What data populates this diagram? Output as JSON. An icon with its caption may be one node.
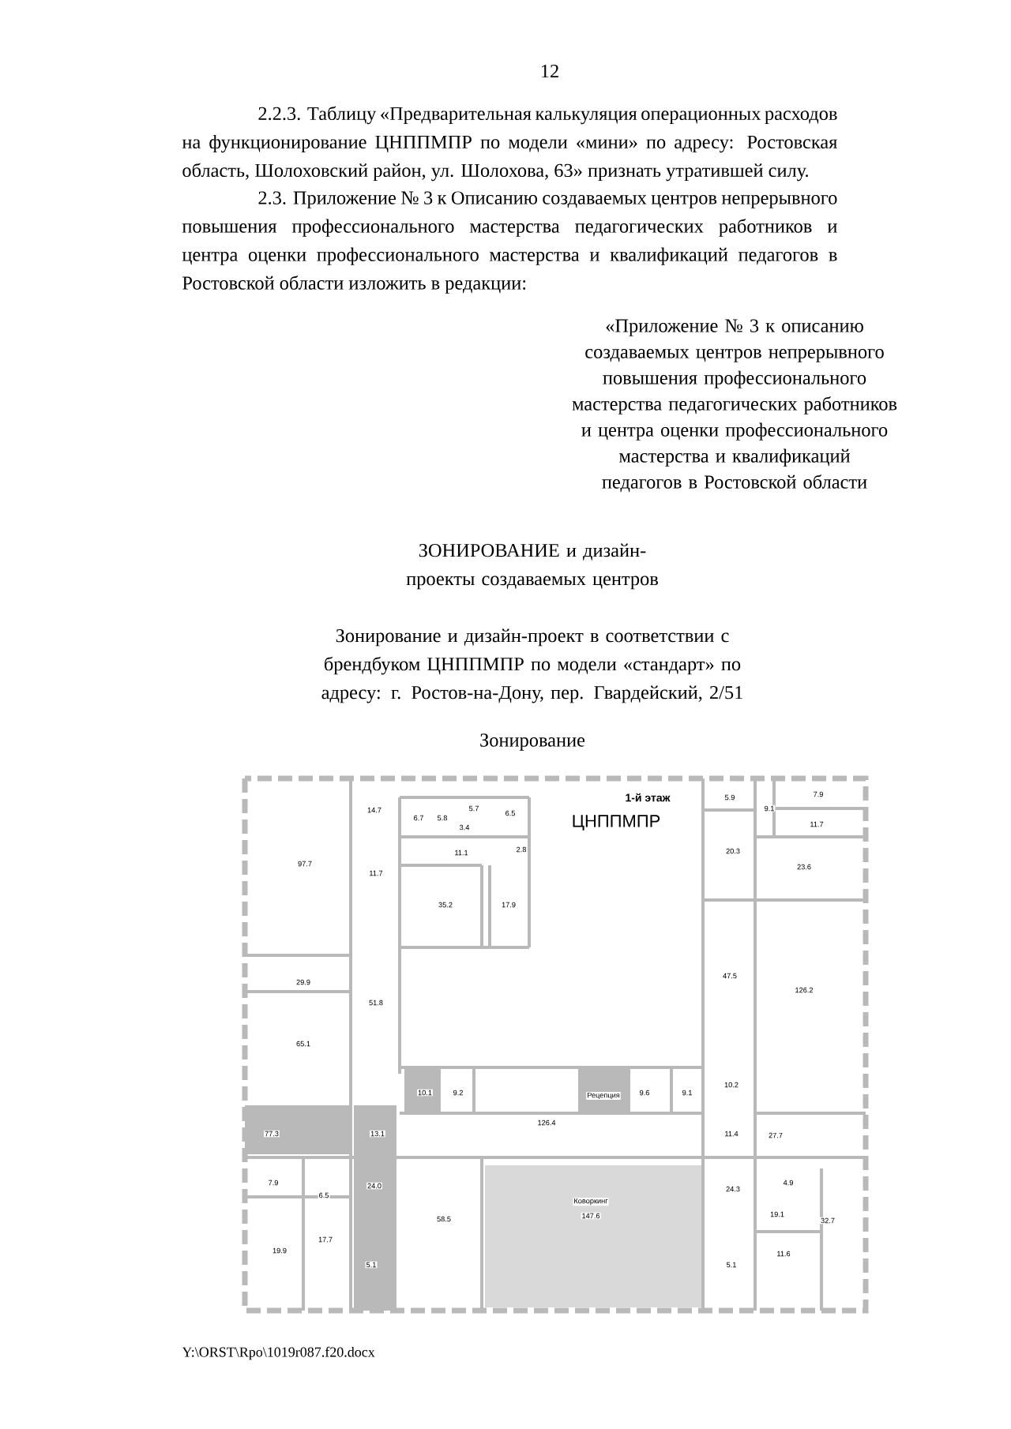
{
  "diagram": {
    "title": "ЗОНИРОВАНИЕ и дизайн-проекты создаваемых центров",
    "labels": [
      "12",
      "2.2.3. Таблицу «Предварительная калькуляция операционных расходов на функционирование ЦНППМПР по модели «мини» по адресу: Ростовская область, Шолоховский район, ул. Шолохова, 63» признать утратившей силу.",
      "2.3. Приложение № 3 к Описанию создаваемых центров непрерывного повышения профессионального мастерства педагогических работников и центра оценки профессионального мастерства и квалификаций педагогов в Ростовской области изложить в редакции:",
      "«Приложение № 3 к описанию создаваемых центров непрерывного повышения профессионального мастерства педагогических работников и центра оценки профессионального мастерства и квалификаций педагогов в Ростовской области",
      "Зонирование и дизайн-проект в соответствии с брендбуком ЦНППМПР по модели «стандарт» по адресу: г. Ростов-на-Дону, пер. Гвардейский, 2/51",
      "Зонирование",
      "1-й этаж",
      "ЦНППМПР",
      "14.7",
      "6.7",
      "5.8",
      "5.7",
      "6.5",
      "3.4",
      "2.8",
      "11.1",
      "97.7",
      "11.7",
      "35.2",
      "17.9",
      "29.9",
      "51.8",
      "65.1",
      "5.9",
      "7.9",
      "9.1",
      "11.7",
      "20.3",
      "23.6",
      "47.5",
      "126.2",
      "10.1",
      "9.2",
      "Рецепция",
      "9.6",
      "9.1",
      "10.2",
      "126.4",
      "77.3",
      "13.1",
      "11.4",
      "27.7",
      "7.9",
      "24.0",
      "4.9",
      "24.3",
      "6.5",
      "Коворкинг",
      "147.6",
      "19.1",
      "58.5",
      "32.7",
      "17.7",
      "19.9",
      "11.6",
      "5.1",
      "5.1",
      "Y:\\ORST\\Rpo\\1019r087.f20.docx"
    ]
  }
}
